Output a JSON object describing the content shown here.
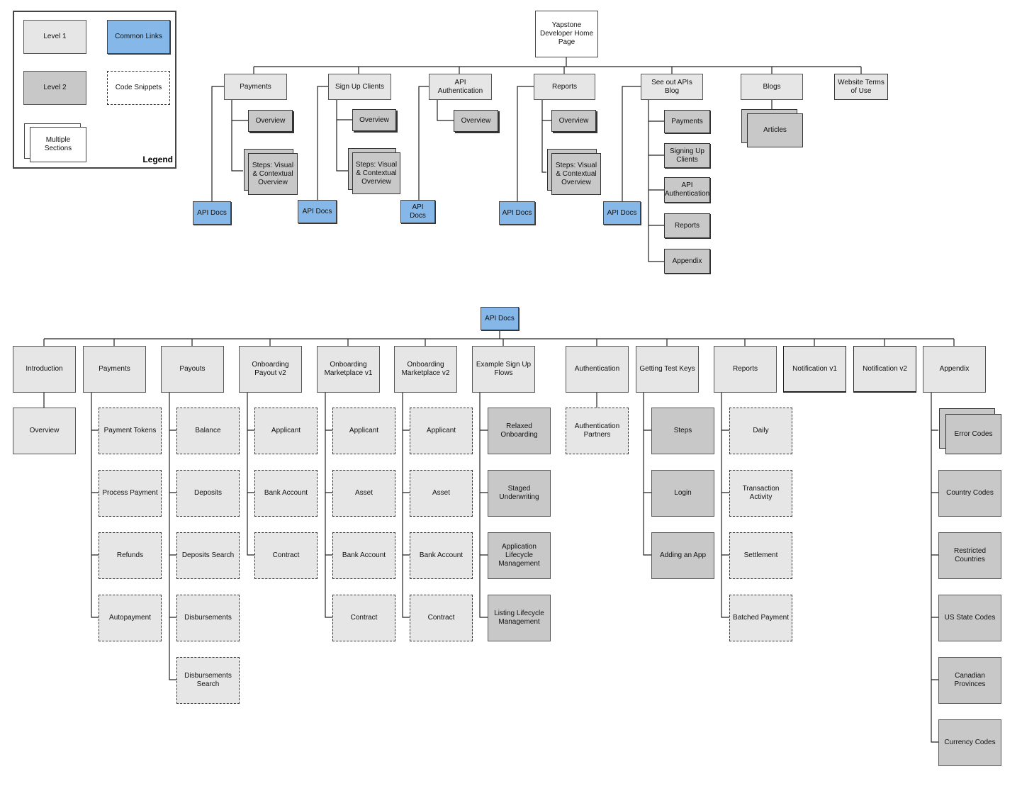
{
  "legend": {
    "title": "Legend",
    "level1": "Level 1",
    "common_links": "Common Links",
    "level2": "Level 2",
    "code_snippets": "Code Snippets",
    "multiple_sections": "Multiple Sections"
  },
  "colors": {
    "level1": "#e6e6e6",
    "level2": "#c8c8c8",
    "common_links": "#85b8e8"
  },
  "top": {
    "home": "Yapstone Developer Home Page",
    "payments": {
      "title": "Payments",
      "overview": "Overview",
      "steps": "Steps: Visual & Contextual Overview",
      "api_docs": "API Docs"
    },
    "signup": {
      "title": "Sign Up Clients",
      "overview": "Overview",
      "steps": "Steps: Visual & Contextual Overview",
      "api_docs": "API Docs"
    },
    "auth": {
      "title": "API Authentication",
      "overview": "Overview",
      "api_docs": "API Docs"
    },
    "reports": {
      "title": "Reports",
      "overview": "Overview",
      "steps": "Steps: Visual & Contextual Overview",
      "api_docs": "API Docs"
    },
    "blog": {
      "title": "See out APIs Blog",
      "items": [
        "Payments",
        "Signing Up Clients",
        "API Authentication",
        "Reports",
        "Appendix"
      ],
      "api_docs": "API Docs"
    },
    "blogs": {
      "title": "Blogs",
      "articles": "Articles"
    },
    "terms": "Website Terms of Use"
  },
  "bottom": {
    "root": "API Docs",
    "introduction": {
      "title": "Introduction",
      "items": [
        "Overview"
      ]
    },
    "payments": {
      "title": "Payments",
      "items": [
        "Payment Tokens",
        "Process Payment",
        "Refunds",
        "Autopayment"
      ]
    },
    "payouts": {
      "title": "Payouts",
      "items": [
        "Balance",
        "Deposits",
        "Deposits Search",
        "Disbursements",
        "Disbursements Search"
      ]
    },
    "onboarding_payout_v2": {
      "title": "Onboarding Payout v2",
      "items": [
        "Applicant",
        "Bank Account",
        "Contract"
      ]
    },
    "onboarding_marketplace_v1": {
      "title": "Onboarding Marketplace v1",
      "items": [
        "Applicant",
        "Asset",
        "Bank Account",
        "Contract"
      ]
    },
    "onboarding_marketplace_v2": {
      "title": "Onboarding Marketplace v2",
      "items": [
        "Applicant",
        "Asset",
        "Bank Account",
        "Contract"
      ]
    },
    "example_signup": {
      "title": "Example Sign Up Flows",
      "items": [
        "Relaxed Onboarding",
        "Staged Underwriting",
        "Application Lifecycle Management",
        "Listing Lifecycle Management"
      ]
    },
    "authentication": {
      "title": "Authentication",
      "items": [
        "Authentication Partners"
      ]
    },
    "test_keys": {
      "title": "Getting Test Keys",
      "items": [
        "Steps",
        "Login",
        "Adding an App"
      ]
    },
    "reports": {
      "title": "Reports",
      "items": [
        "Daily",
        "Transaction Activity",
        "Settlement",
        "Batched Payment"
      ]
    },
    "notification_v1": {
      "title": "Notification v1"
    },
    "notification_v2": {
      "title": "Notification v2"
    },
    "appendix": {
      "title": "Appendix",
      "items": [
        "Error Codes",
        "Country Codes",
        "Restricted Countries",
        "US State Codes",
        "Canadian Provinces",
        "Currency Codes"
      ]
    }
  }
}
